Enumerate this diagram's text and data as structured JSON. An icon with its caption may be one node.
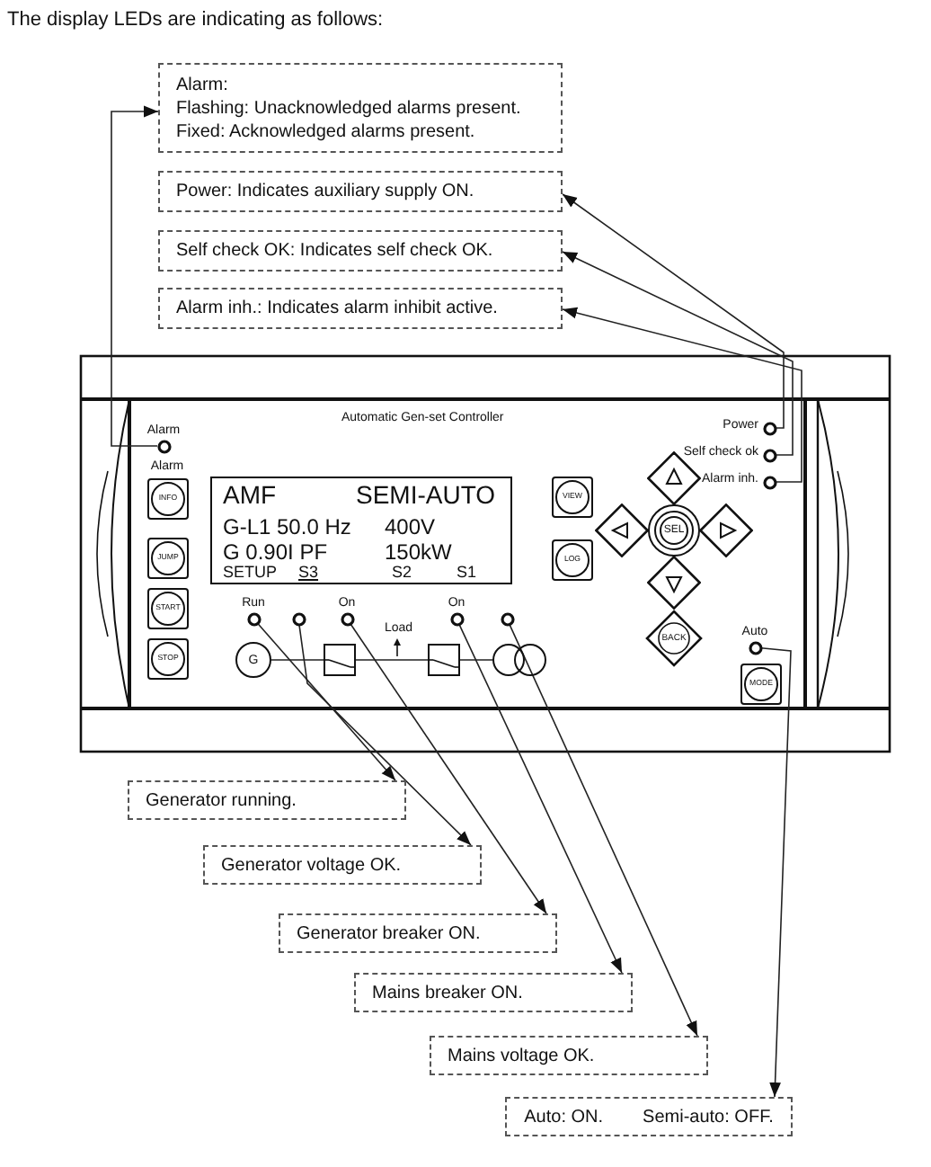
{
  "diagram": {
    "title": "The display LEDs are indicating as follows:",
    "nodes": [
      {
        "text": [
          "Alarm:",
          "Flashing: Unacknowledged alarms present.",
          "Fixed: Acknowledged alarms present."
        ]
      },
      {
        "text": [
          "Power: Indicates auxiliary supply ON."
        ]
      },
      {
        "text": [
          "Self check OK: Indicates self check OK."
        ]
      },
      {
        "text": [
          "Alarm inh.: Indicates alarm inhibit active."
        ]
      },
      {
        "text": [],
        "shape": "circle",
        "beside": [
          "Alarm"
        ]
      },
      {
        "text": [],
        "shape": "circle",
        "beside": [
          "Power"
        ]
      },
      {
        "text": [],
        "shape": "circle",
        "beside": [
          "Self check ok"
        ]
      },
      {
        "text": [],
        "shape": "circle",
        "beside": [
          "Alarm inh."
        ]
      },
      {
        "text": [
          "AMF",
          "SEMI-AUTO",
          "G-L1 50.0 Hz",
          "400V",
          "G 0.90I PF",
          "150kW",
          "SETUP",
          "S3",
          "S2",
          "S1"
        ]
      },
      {
        "text": [
          "INFO"
        ]
      },
      {
        "text": [
          "JUMP"
        ]
      },
      {
        "text": [
          "START"
        ]
      },
      {
        "text": [
          "STOP"
        ]
      },
      {
        "text": [
          "VIEW"
        ]
      },
      {
        "text": [
          "LOG"
        ]
      },
      {
        "text": [
          "SEL"
        ]
      },
      {
        "text": [
          "BACK"
        ]
      },
      {
        "text": [
          "MODE"
        ]
      },
      {
        "text": [
          "G"
        ]
      },
      {
        "text": [],
        "shape": "circle",
        "beside": [
          "Run"
        ]
      },
      {
        "text": [],
        "shape": "circle"
      },
      {
        "text": [],
        "shape": "circle",
        "beside": [
          "On"
        ]
      },
      {
        "text": [],
        "shape": "circle",
        "beside": [
          "On"
        ]
      },
      {
        "text": [],
        "shape": "circle"
      },
      {
        "text": [],
        "shape": "circle",
        "beside": [
          "Auto"
        ]
      },
      {
        "text": [],
        "shape": "box"
      },
      {
        "text": [],
        "shape": "box"
      },
      {
        "text": [],
        "shape": "circle"
      },
      {
        "text": [
          "Generator running."
        ]
      },
      {
        "text": [
          "Generator voltage OK."
        ]
      },
      {
        "text": [
          "Generator breaker ON."
        ]
      },
      {
        "text": [
          "Mains breaker ON."
        ]
      },
      {
        "text": [
          "Mains voltage OK."
        ]
      },
      {
        "text": [
          "Auto: ON.",
          "Semi-auto: OFF."
        ]
      },
      {
        "text": [],
        "shape": "diamond"
      },
      {
        "text": [],
        "shape": "diamond"
      },
      {
        "text": [],
        "shape": "diamond"
      },
      {
        "text": [],
        "shape": "diamond"
      }
    ],
    "edges": [
      {
        "from": 4,
        "to": 0,
        "arrow": "to"
      },
      {
        "from": 5,
        "to": 1,
        "arrow": "to"
      },
      {
        "from": 6,
        "to": 2,
        "arrow": "to"
      },
      {
        "from": 7,
        "to": 3,
        "arrow": "to"
      },
      {
        "from": 18,
        "to": 25,
        "arrow": "none"
      },
      {
        "from": 25,
        "to": 26,
        "arrow": "none"
      },
      {
        "from": 26,
        "to": 27,
        "arrow": "none"
      },
      {
        "from": 19,
        "to": 28,
        "arrow": "to"
      },
      {
        "from": 20,
        "to": 29,
        "arrow": "to"
      },
      {
        "from": 21,
        "to": 30,
        "arrow": "to"
      },
      {
        "from": 22,
        "to": 31,
        "arrow": "to"
      },
      {
        "from": 23,
        "to": 32,
        "arrow": "to"
      },
      {
        "from": 24,
        "to": 33,
        "arrow": "to"
      }
    ],
    "labels": [
      "Automatic Gen-set Controller",
      "Alarm",
      "Load"
    ]
  }
}
